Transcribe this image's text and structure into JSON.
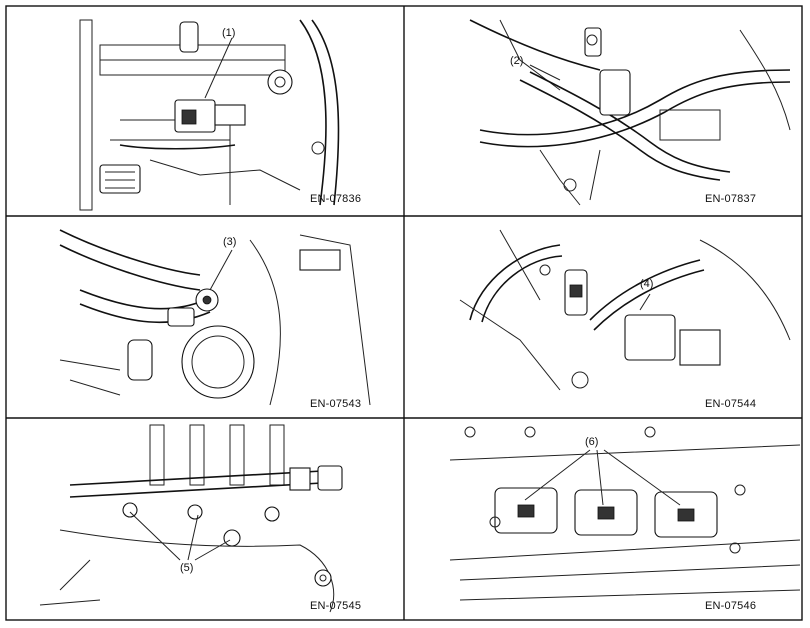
{
  "panels": [
    {
      "callout": "(1)",
      "code": "EN-07836"
    },
    {
      "callout": "(2)",
      "code": "EN-07837"
    },
    {
      "callout": "(3)",
      "code": "EN-07543"
    },
    {
      "callout": "(4)",
      "code": "EN-07544"
    },
    {
      "callout": "(5)",
      "code": "EN-07545"
    },
    {
      "callout": "(6)",
      "code": "EN-07546"
    }
  ]
}
